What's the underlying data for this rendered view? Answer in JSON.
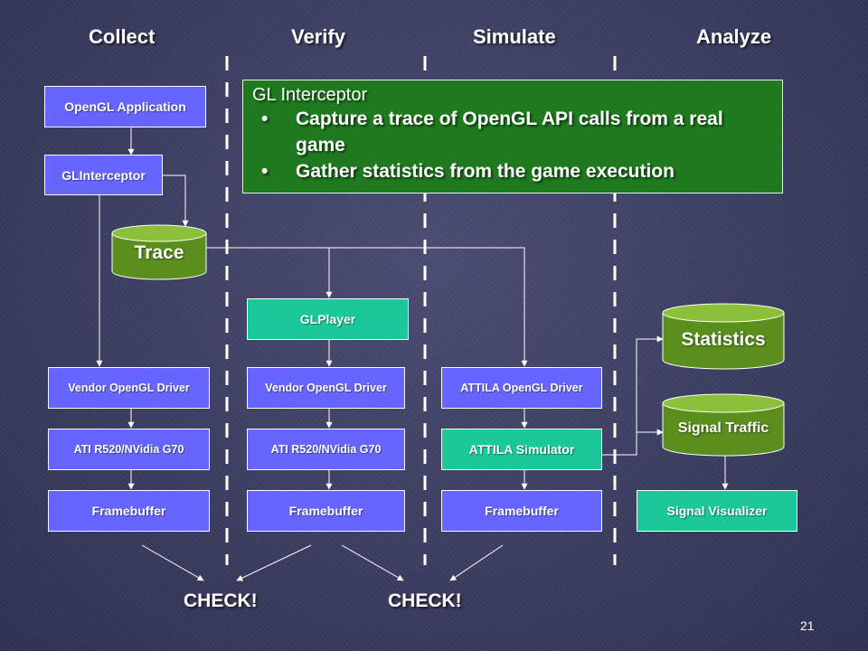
{
  "headings": {
    "collect": "Collect",
    "verify": "Verify",
    "simulate": "Simulate",
    "analyze": "Analyze"
  },
  "callout": {
    "title": "GL Interceptor",
    "bullets": [
      "Capture a trace of OpenGL API calls from a real game",
      "Gather statistics from the game execution"
    ]
  },
  "collect": {
    "app": "OpenGL Application",
    "interceptor": "GLInterceptor",
    "trace": "Trace",
    "driver": "Vendor OpenGL Driver",
    "gpu": "ATI R520/NVidia G70",
    "framebuffer": "Framebuffer"
  },
  "verify": {
    "player": "GLPlayer",
    "driver": "Vendor OpenGL Driver",
    "gpu": "ATI R520/NVidia G70",
    "framebuffer": "Framebuffer"
  },
  "simulate": {
    "driver": "ATTILA OpenGL Driver",
    "simulator": "ATTILA Simulator",
    "framebuffer": "Framebuffer"
  },
  "analyze": {
    "statistics": "Statistics",
    "signal_traffic": "Signal Traffic",
    "visualizer": "Signal Visualizer"
  },
  "checks": [
    "CHECK!",
    "CHECK!"
  ],
  "page_number": "21",
  "colors": {
    "blue_box": "#6666ff",
    "teal_box": "#1ac89a",
    "cylinder": "#5a8f1e",
    "callout": "#1f7a1f",
    "background": "#3d3f63"
  }
}
